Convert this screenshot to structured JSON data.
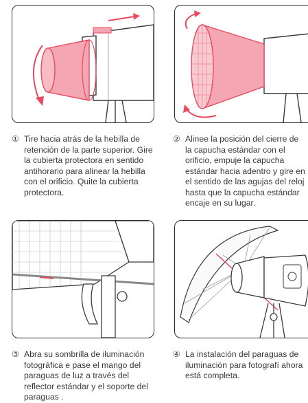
{
  "steps": [
    {
      "num": "①",
      "text": "Tire hacia atrás de la hebilla de retención de la parte superior. Gire la cubierta protectora en sentido antihorario para alinear la hebilla con el orificio. Quite la cubierta protectora."
    },
    {
      "num": "②",
      "text": "Alinee la posición del cierre de la capucha estándar con el orificio, empuje la capucha estándar hacia adentro y gire en el sentido de las agujas del reloj hasta que la capucha estándar encaje en su lugar."
    },
    {
      "num": "③",
      "text": "Abra su sombrilla de iluminación fotográfica e pase el mango del paraguas de luz a través del reflector estándar y el soporte del paraguas ."
    },
    {
      "num": "④",
      "text": "La instalación del paraguas de iluminación para fotografí ahora está completa."
    }
  ],
  "colors": {
    "accent": "#e84a5f",
    "accent_fill": "#f4a6b3",
    "line": "#3a3a3a"
  }
}
